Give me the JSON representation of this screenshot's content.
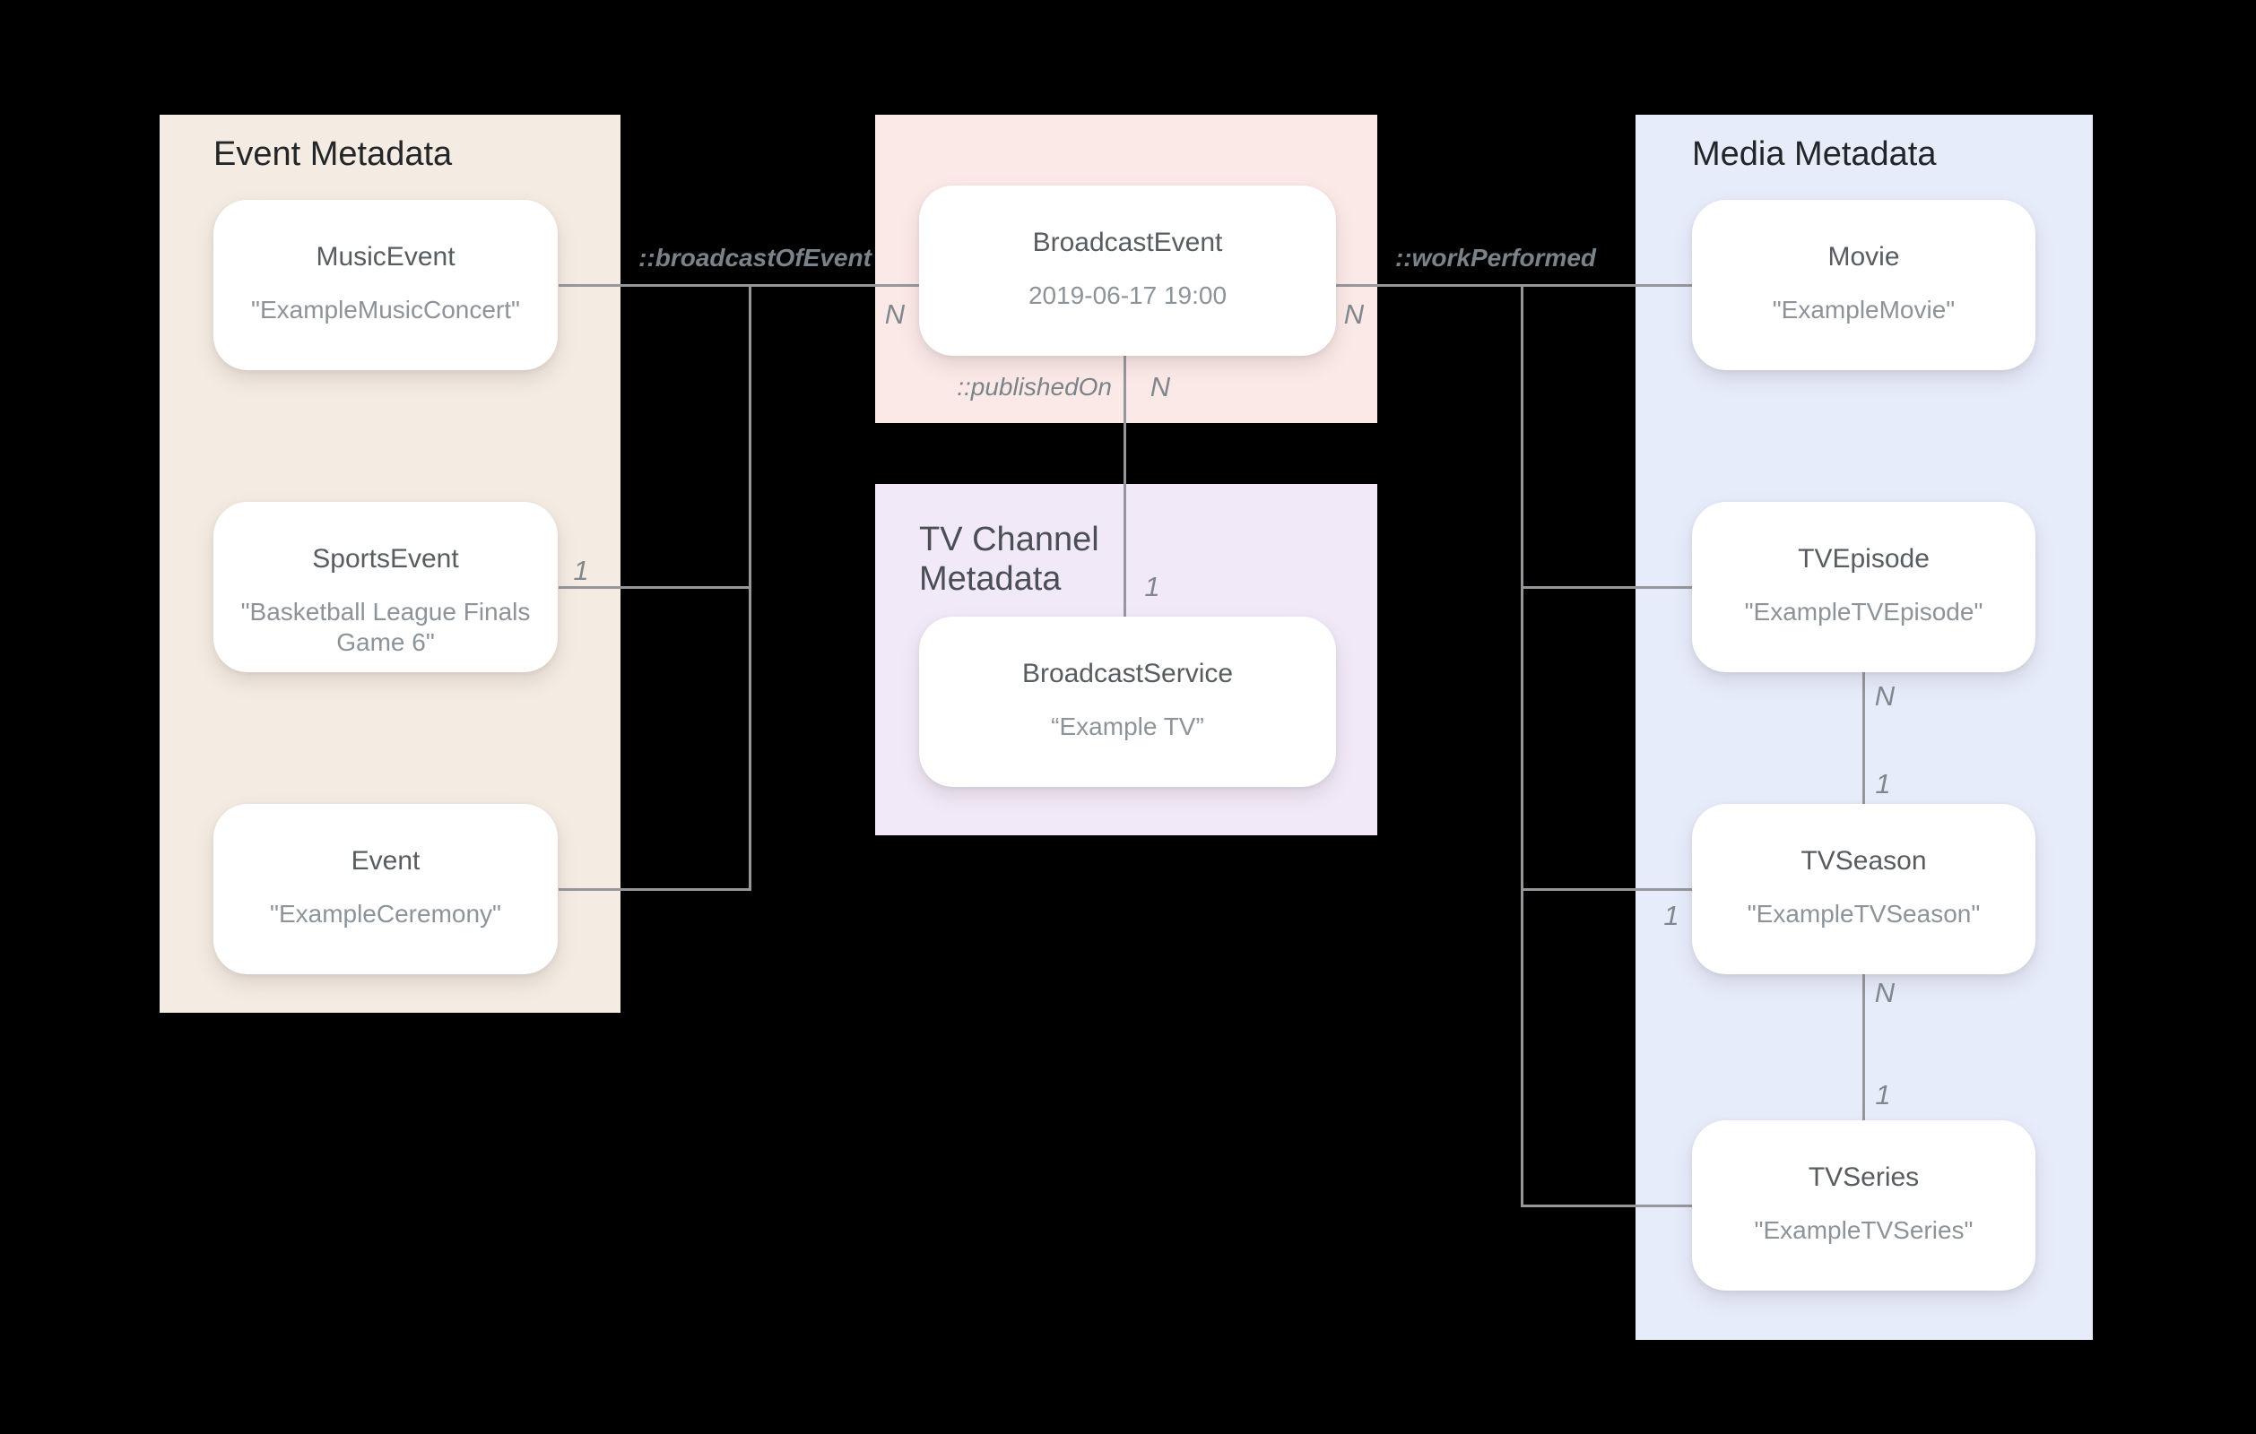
{
  "canvas": {
    "background": "#000000"
  },
  "colors": {
    "panel_event_bg": "#F4EBE2",
    "panel_broadcast_bg": "#FBE9E7",
    "panel_tv_channel_bg": "#F2E9F8",
    "panel_media_bg": "#E7ECFB",
    "card_bg": "#FFFFFF",
    "edge_line": "#95979B",
    "panel_title_text": "#232629",
    "card_title_text": "#575C61",
    "card_value_text": "#8C9399",
    "label_text": "#7B838A"
  },
  "panels": {
    "event": {
      "title": "Event Metadata"
    },
    "tv_channel": {
      "title": "TV Channel Metadata"
    },
    "media": {
      "title": "Media Metadata"
    }
  },
  "cards": {
    "music_event": {
      "title": "MusicEvent",
      "value": "\"ExampleMusicConcert\""
    },
    "sports_event": {
      "title": "SportsEvent",
      "value": "\"Basketball League Finals Game 6\""
    },
    "event": {
      "title": "Event",
      "value": "\"ExampleCeremony\""
    },
    "broadcast_event": {
      "title": "BroadcastEvent",
      "value": "2019-06-17 19:00"
    },
    "broadcast_service": {
      "title": "BroadcastService",
      "value": "“Example TV”"
    },
    "movie": {
      "title": "Movie",
      "value": "\"ExampleMovie\""
    },
    "tv_episode": {
      "title": "TVEpisode",
      "value": "\"ExampleTVEpisode\""
    },
    "tv_season": {
      "title": "TVSeason",
      "value": "\"ExampleTVSeason\""
    },
    "tv_series": {
      "title": "TVSeries",
      "value": "\"ExampleTVSeries\""
    }
  },
  "relationships": {
    "broadcast_of_event": "::broadcastOfEvent",
    "work_performed": "::workPerformed",
    "published_on": "::publishedOn"
  },
  "cardinalities": {
    "sports_1": "1",
    "bevent_left_n": "N",
    "bevent_right_n": "N",
    "published_n": "N",
    "service_1": "1",
    "season_left_1": "1",
    "ep_season_n": "N",
    "ep_season_1": "1",
    "season_series_n": "N",
    "season_series_1": "1"
  }
}
